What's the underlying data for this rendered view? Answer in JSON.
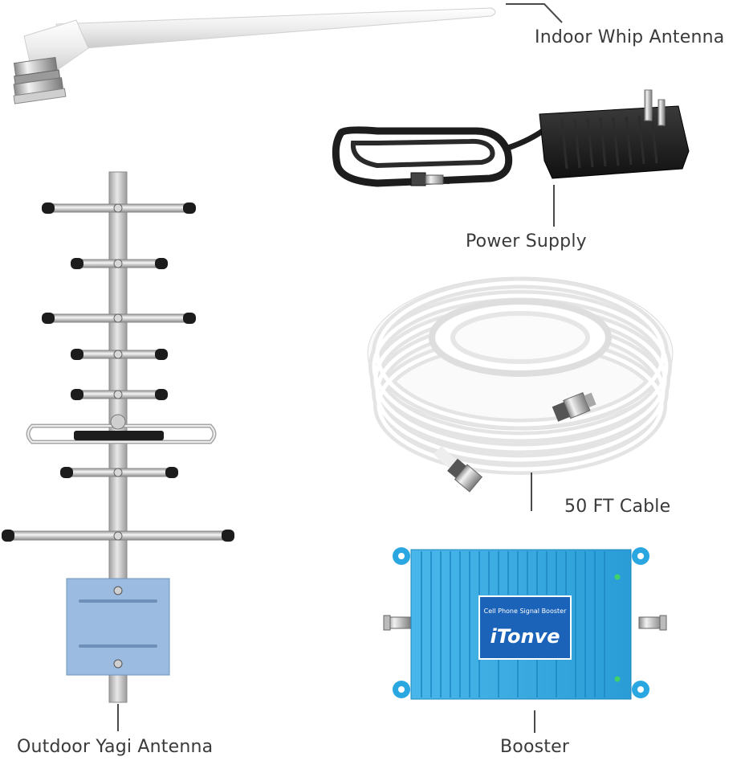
{
  "labels": {
    "indoor_whip": "Indoor Whip Antenna",
    "power_supply": "Power Supply",
    "cable": "50 FT Cable",
    "yagi": "Outdoor Yagi Antenna",
    "booster": "Booster"
  },
  "booster_panel": {
    "subtitle": "Cell Phone Signal Booster",
    "brand": "iTonve"
  },
  "colors": {
    "booster_blue": "#2aa7e0",
    "booster_panel": "#1b63b8",
    "cable_white": "#f2f2f2",
    "adapter_black": "#1a1a1a",
    "label_gray": "#3a3a3a",
    "yagi_plate": "#9bbce0"
  }
}
